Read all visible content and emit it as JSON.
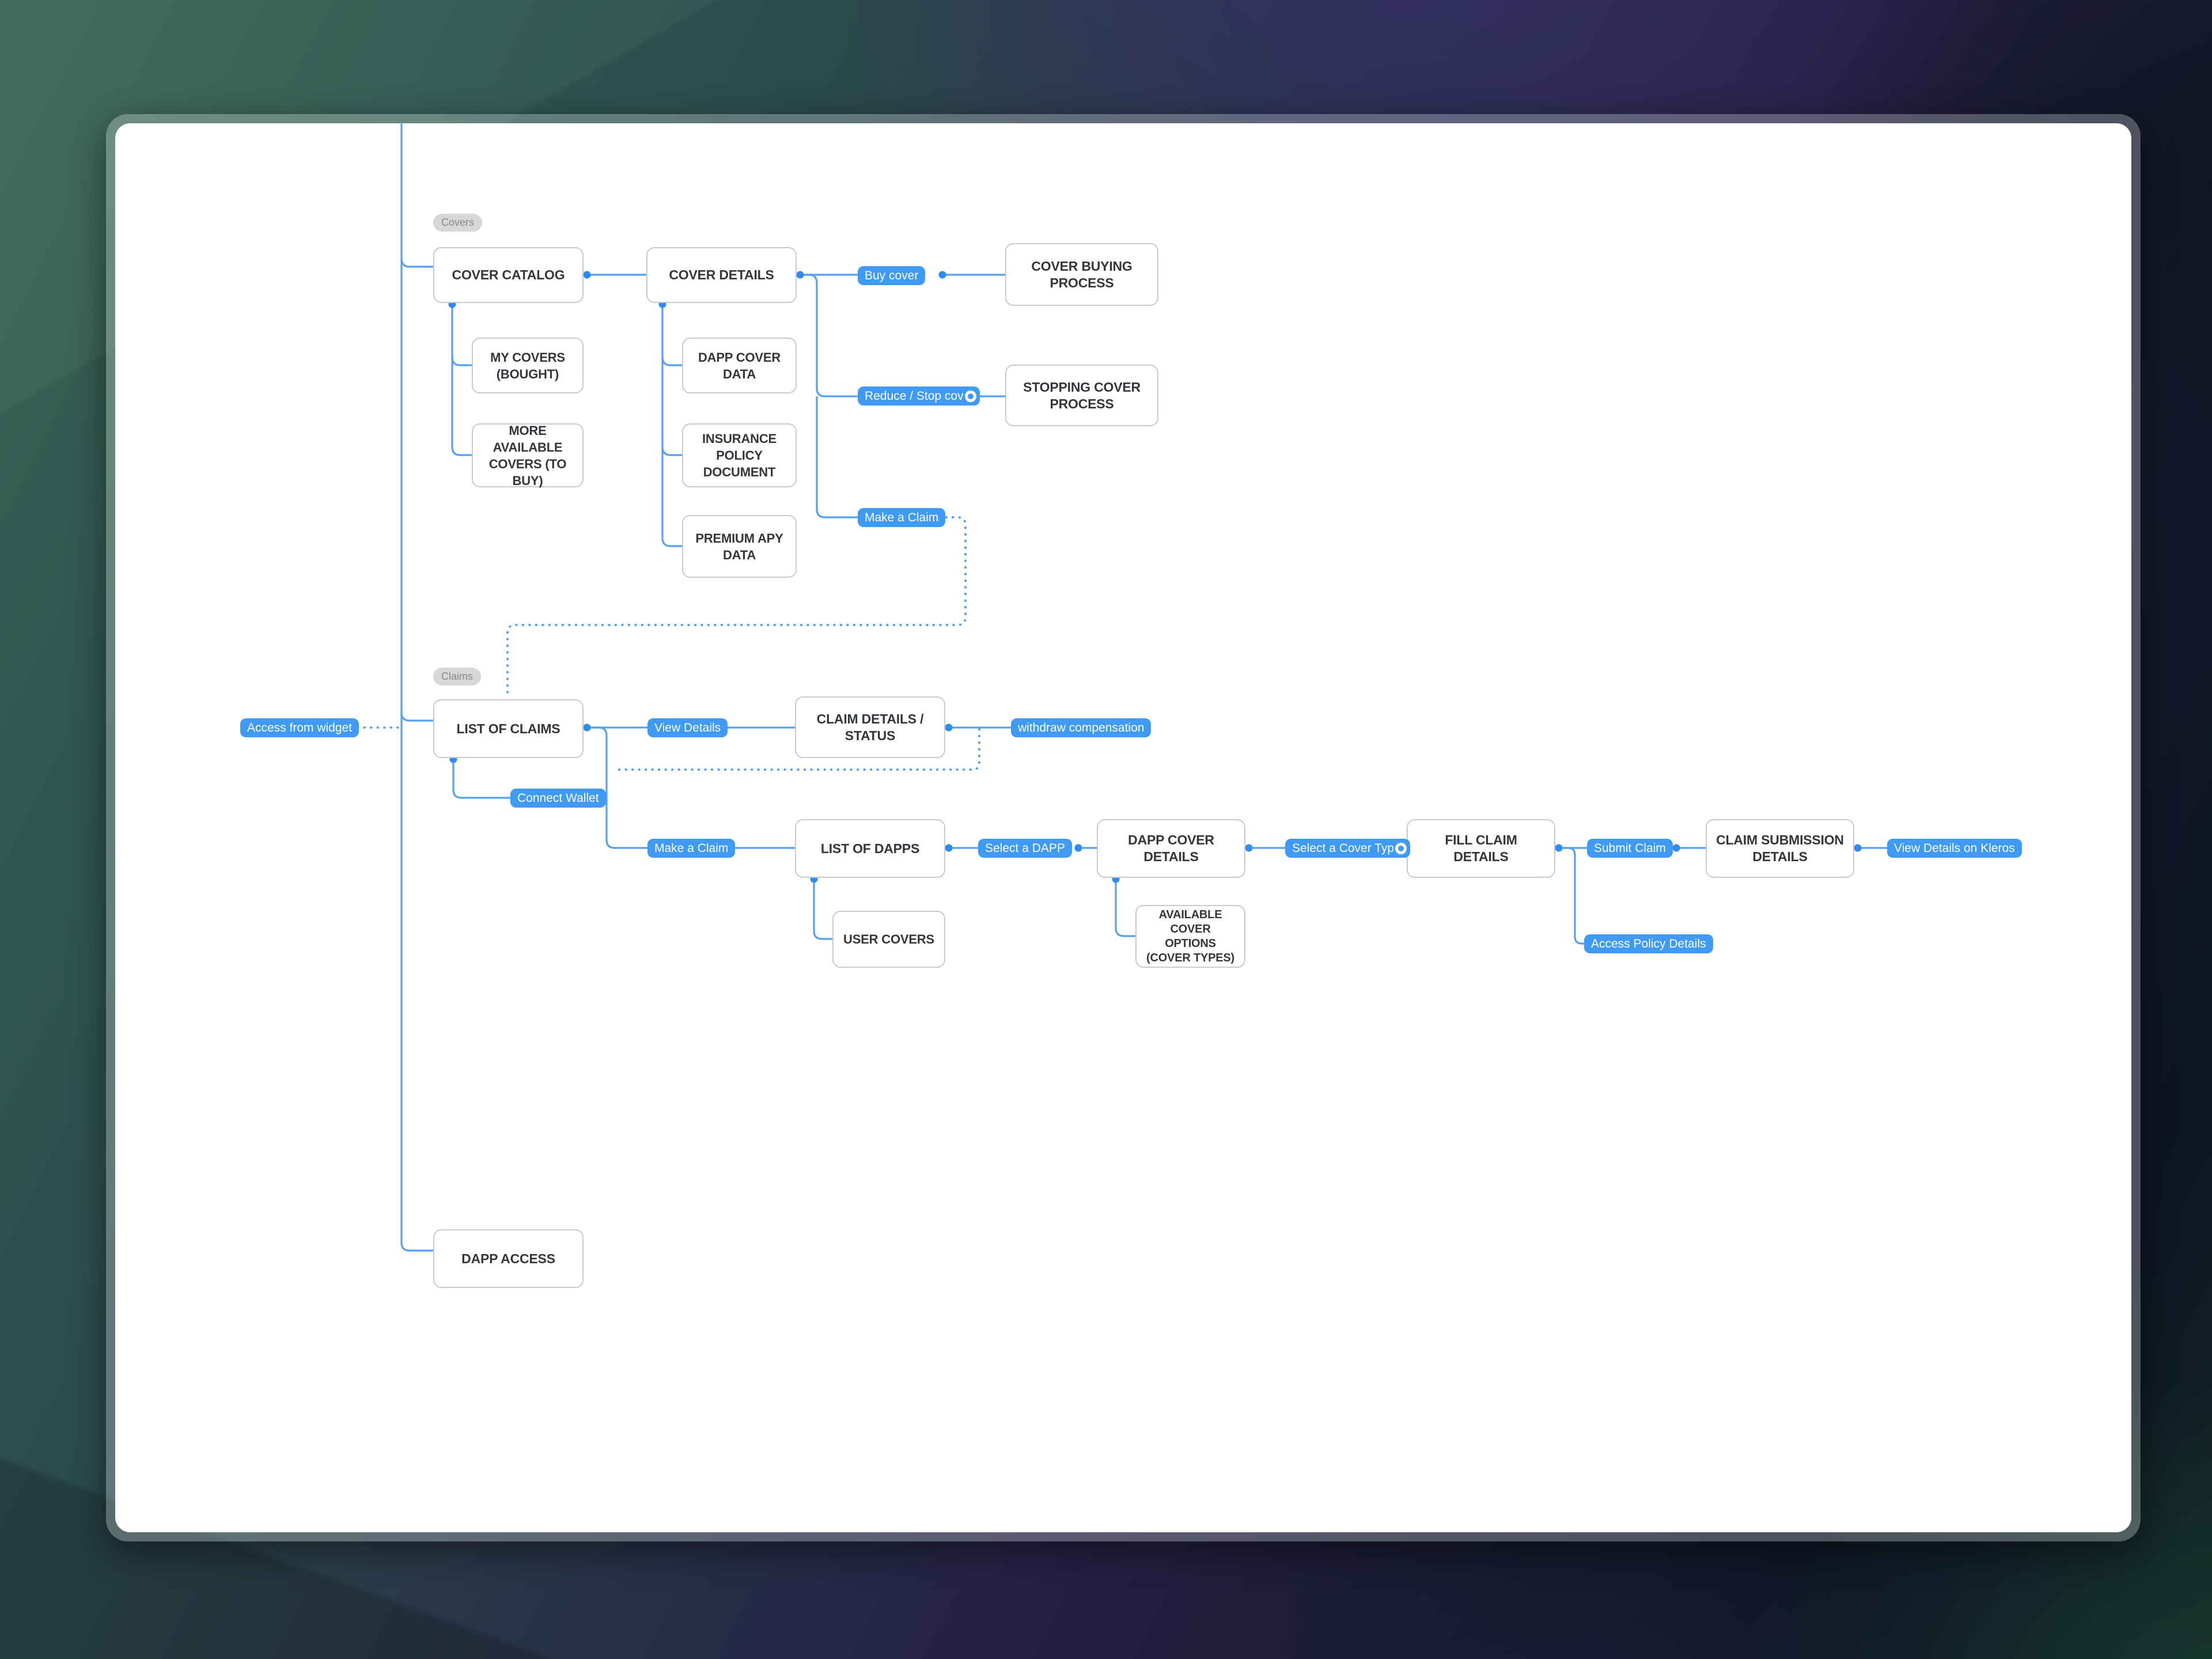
{
  "tags": {
    "covers": {
      "label": "Covers"
    },
    "claims": {
      "label": "Claims"
    }
  },
  "nodes": {
    "cover_catalog": {
      "label": "COVER CATALOG"
    },
    "cover_details": {
      "label": "COVER DETAILS"
    },
    "cover_buying_process": {
      "label": "COVER BUYING PROCESS"
    },
    "my_covers": {
      "label": "MY COVERS (BOUGHT)"
    },
    "more_available": {
      "label": "MORE AVAILABLE COVERS (TO BUY)"
    },
    "dapp_cover_data": {
      "label": "DAPP COVER DATA"
    },
    "insurance_policy": {
      "label": "INSURANCE POLICY DOCUMENT"
    },
    "premium_apy": {
      "label": "PREMIUM APY DATA"
    },
    "stopping_cover": {
      "label": "STOPPING COVER PROCESS"
    },
    "list_of_claims": {
      "label": "LIST OF CLAIMS"
    },
    "claim_details_status": {
      "label": "CLAIM DETAILS / STATUS"
    },
    "list_of_dapps": {
      "label": "LIST OF DAPPS"
    },
    "dapp_cover_details": {
      "label": "DAPP COVER DETAILS"
    },
    "fill_claim_details": {
      "label": "FILL CLAIM DETAILS"
    },
    "claim_submission": {
      "label": "CLAIM SUBMISSION DETAILS"
    },
    "user_covers": {
      "label": "USER COVERS"
    },
    "available_options": {
      "label": "AVAILABLE COVER OPTIONS (COVER TYPES)"
    },
    "dapp_access": {
      "label": "DAPP ACCESS"
    }
  },
  "buttons": {
    "buy_cover": {
      "label": "Buy cover"
    },
    "reduce_stop": {
      "label": "Reduce / Stop cov",
      "icon": "ring-icon"
    },
    "make_claim_1": {
      "label": "Make a Claim"
    },
    "access_widget": {
      "label": "Access from widget"
    },
    "view_details": {
      "label": "View Details"
    },
    "withdraw_comp": {
      "label": "withdraw compensation"
    },
    "connect_wallet": {
      "label": "Connect Wallet"
    },
    "make_claim_2": {
      "label": "Make a Claim"
    },
    "select_dapp": {
      "label": "Select a DAPP"
    },
    "select_cover_type": {
      "label": "Select a Cover Typ",
      "icon": "ring-icon"
    },
    "submit_claim": {
      "label": "Submit Claim"
    },
    "view_kleros": {
      "label": "View Details on Kleros"
    },
    "access_policy": {
      "label": "Access Policy Details"
    }
  },
  "colors": {
    "accent_blue": "#3e9af4",
    "line_blue": "#55a1f1",
    "dot_blue": "#2f8bef",
    "box_border": "#c7cace",
    "box_text": "#33373b",
    "tag_bg": "#d7d7d7",
    "tag_text": "#8a8a8a",
    "canvas_bg": "#ffffff"
  }
}
